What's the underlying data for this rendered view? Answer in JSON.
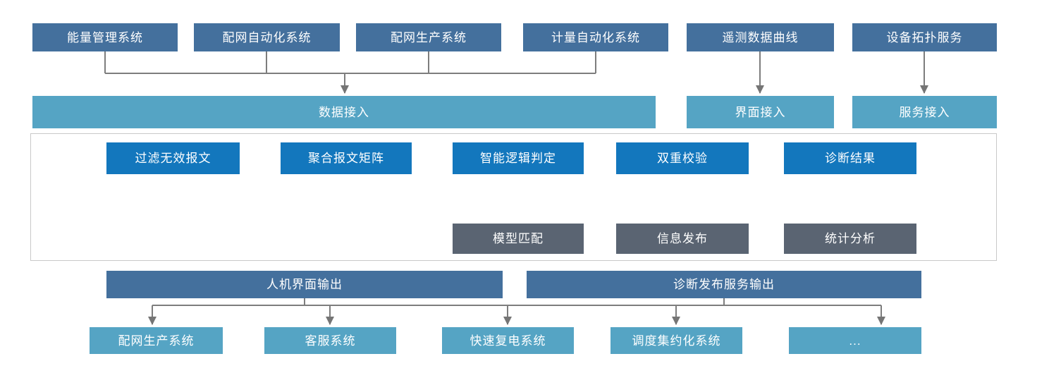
{
  "diagram": {
    "top_sources": [
      "能量管理系统",
      "配网自动化系统",
      "配网生产系统",
      "计量自动化系统",
      "遥测数据曲线",
      "设备拓扑服务"
    ],
    "access_layer": {
      "data_access": "数据接入",
      "ui_access": "界面接入",
      "service_access": "服务接入"
    },
    "process_flow": [
      "过滤无效报文",
      "聚合报文矩阵",
      "智能逻辑判定",
      "双重校验",
      "诊断结果"
    ],
    "result_nodes": [
      "模型匹配",
      "信息发布",
      "统计分析"
    ],
    "output_bars": [
      "人机界面输出",
      "诊断发布服务输出"
    ],
    "output_targets": [
      "配网生产系统",
      "客服系统",
      "快速复电系统",
      "调度集约化系统",
      "..."
    ],
    "colors": {
      "source_dark_blue": "#44709d",
      "access_teal": "#55a4c4",
      "process_blue": "#1377bd",
      "result_gray": "#5a6472",
      "connector_line": "#7d7d7d",
      "frame_border": "#c9c9c9"
    }
  }
}
